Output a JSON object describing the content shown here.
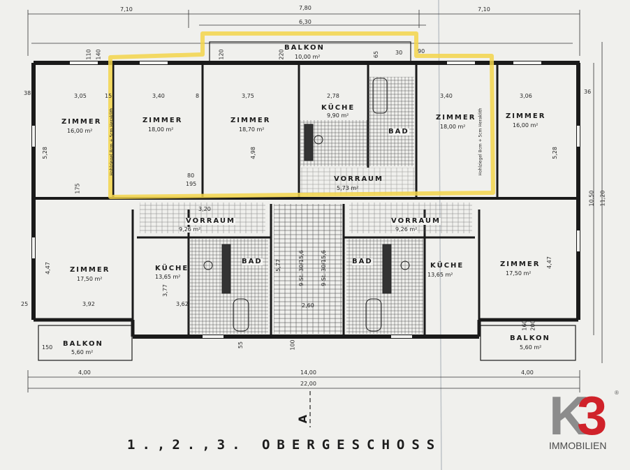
{
  "title": "1.,2.,3. OBERGESCHOSS",
  "section_marker": "A",
  "rooms": [
    {
      "name": "BALKON",
      "area": "10,00 m²"
    },
    {
      "name": "ZIMMER",
      "area": "16,00 m²"
    },
    {
      "name": "ZIMMER",
      "area": "18,00 m²"
    },
    {
      "name": "ZIMMER",
      "area": "18,70 m²"
    },
    {
      "name": "KÜCHE",
      "area": "9,90 m²"
    },
    {
      "name": "BAD",
      "area": ""
    },
    {
      "name": "ZIMMER",
      "area": "18,00 m²"
    },
    {
      "name": "ZIMMER",
      "area": "16,00 m²"
    },
    {
      "name": "VORRAUM",
      "area": "5,73 m²"
    },
    {
      "name": "VORRAUM",
      "area": "9,26 m²"
    },
    {
      "name": "VORRAUM",
      "area": "9,26 m²"
    },
    {
      "name": "ZIMMER",
      "area": "17,50 m²"
    },
    {
      "name": "KÜCHE",
      "area": "13,65 m²"
    },
    {
      "name": "BAD",
      "area": ""
    },
    {
      "name": "BAD",
      "area": ""
    },
    {
      "name": "KÜCHE",
      "area": "13,65 m²"
    },
    {
      "name": "ZIMMER",
      "area": "17,50 m²"
    },
    {
      "name": "BALKON",
      "area": "5,60 m²"
    },
    {
      "name": "BALKON",
      "area": "5,60 m²"
    }
  ],
  "dimensions": {
    "top": [
      "7,10",
      "7,80",
      "6,30",
      "7,10"
    ],
    "room_widths": [
      "3,05",
      "3,40",
      "3,75",
      "2,78",
      "3,40",
      "3,06"
    ],
    "heights": [
      "5,28",
      "4,98",
      "5,28",
      "4,47",
      "3,77",
      "3,62",
      "4,47"
    ],
    "small": [
      "110",
      "140",
      "120",
      "220",
      "80",
      "195",
      "90",
      "25",
      "15",
      "8",
      "55",
      "100",
      "65",
      "160",
      "200",
      "30",
      "38",
      "36",
      "150",
      "175",
      "3,20",
      "3,92",
      "2,60",
      "5,77"
    ],
    "stairs": [
      "9 St. 30/15,6",
      "9 St. 30/15,6"
    ],
    "bottom": [
      "4,00",
      "14,00",
      "22,00",
      "4,00"
    ],
    "right": [
      "10,50",
      "11,20"
    ]
  },
  "note_wall": "Hohlziegel 8cm + 5cm Heraklith",
  "logo": {
    "mark": "K3",
    "text": "IMMOBILIEN",
    "reg": "®",
    "color_k": "#8c8c8c",
    "color_3": "#d0222a"
  },
  "highlight_color": "#f3d54a"
}
